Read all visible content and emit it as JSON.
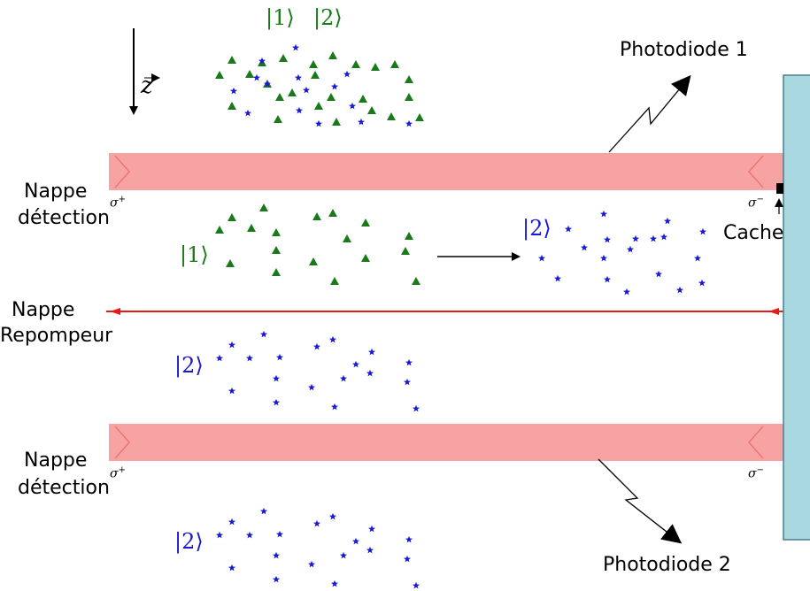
{
  "axis": {
    "z_label": "z"
  },
  "labels": {
    "photodiode_1": "Photodiode 1",
    "photodiode_2": "Photodiode 2",
    "cache": "Cache",
    "nappe_detection_top": [
      "Nappe",
      "détection"
    ],
    "nappe_repompeur": [
      "Nappe",
      "Repompeur"
    ],
    "nappe_detection_bottom": [
      "Nappe",
      "détection"
    ]
  },
  "kets": {
    "state1": "|1⟩",
    "state2": "|2⟩"
  },
  "polarization": {
    "sigma": "σ",
    "plus": "+",
    "minus": "−"
  },
  "colors": {
    "state1_green": "#1a7a1a",
    "state2_blue": "#1a1ad6",
    "detection_beam": "#f7a3a3",
    "repumper": "#e8191a",
    "mirror": "#a9d8e0"
  }
}
